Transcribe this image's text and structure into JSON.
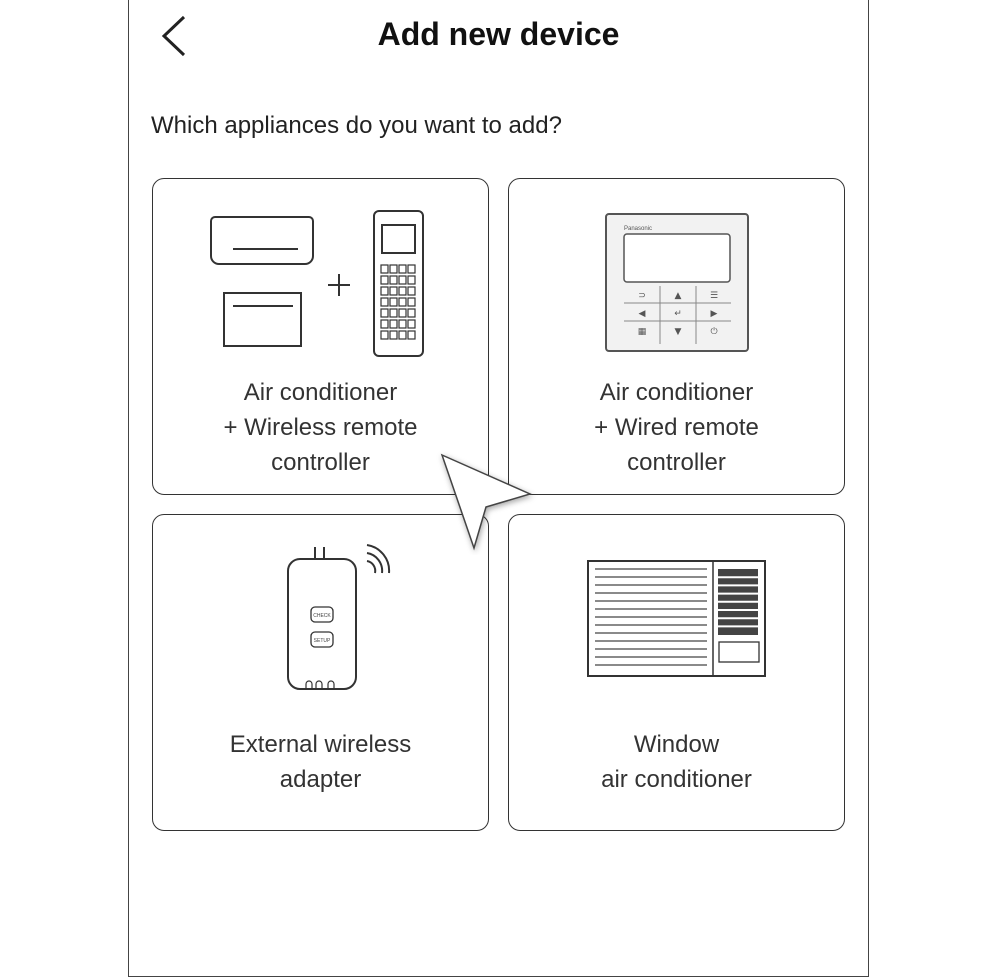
{
  "header": {
    "title": "Add new device",
    "back_icon": "chevron-left-icon"
  },
  "question": "Which appliances do you want to add?",
  "cards": [
    {
      "lines": [
        "Air conditioner",
        "+ Wireless remote",
        "controller"
      ],
      "icon": "ac-wireless-remote-icon"
    },
    {
      "lines": [
        "Air conditioner",
        "+ Wired remote",
        "controller"
      ],
      "icon": "wired-remote-controller-icon",
      "logo": "Panasonic"
    },
    {
      "lines": [
        "External wireless",
        "adapter"
      ],
      "icon": "wireless-adapter-icon",
      "buttons": [
        "CHECK",
        "SETUP"
      ]
    },
    {
      "lines": [
        "Window",
        "air conditioner"
      ],
      "icon": "window-ac-icon"
    }
  ],
  "pointer": "mouse-pointer-icon"
}
